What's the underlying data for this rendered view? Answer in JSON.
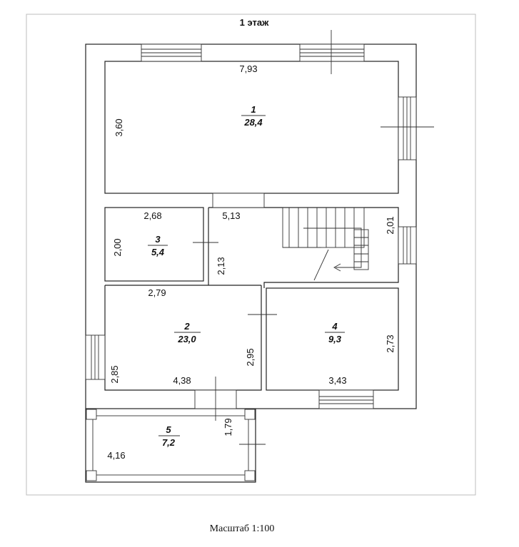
{
  "title": "1 этаж",
  "scale_label": "Масштаб 1:100",
  "rooms": [
    {
      "id": "1",
      "number": "1",
      "area": "28,4"
    },
    {
      "id": "2",
      "number": "2",
      "area": "23,0"
    },
    {
      "id": "3",
      "number": "3",
      "area": "5,4"
    },
    {
      "id": "4",
      "number": "4",
      "area": "9,3"
    },
    {
      "id": "5",
      "number": "5",
      "area": "7,2"
    }
  ],
  "dimensions": {
    "room1_width": "7,93",
    "room1_height": "3,60",
    "room3_width": "2,68",
    "room3_height": "2,00",
    "hall_width": "5,13",
    "hall_height": "2,13",
    "stair_height": "2,01",
    "room2_top": "2,79",
    "room2_bottom": "4,38",
    "room2_left": "2,85",
    "room2_right": "2,95",
    "room4_bottom": "3,43",
    "room4_right": "2,73",
    "room5_left": "4,16",
    "room5_height": "1,79"
  }
}
